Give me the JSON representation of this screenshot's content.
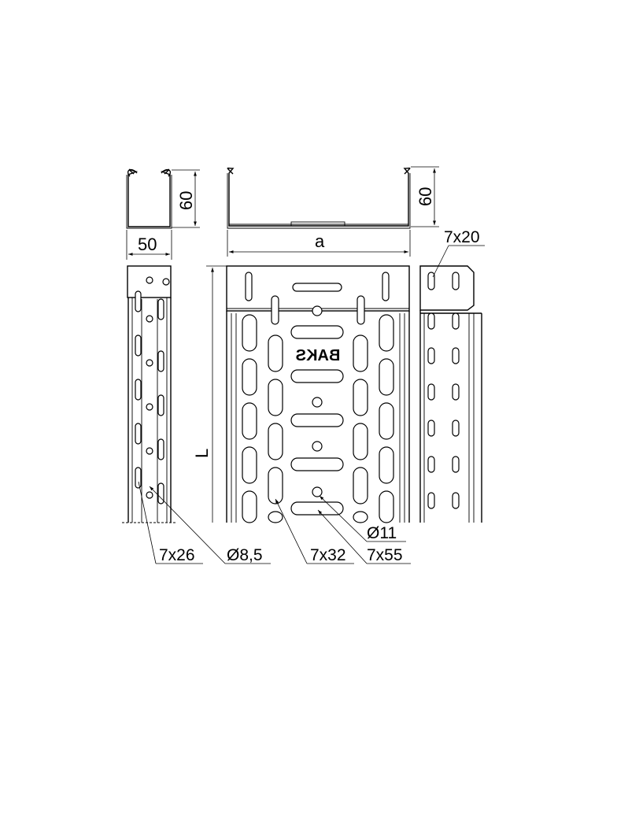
{
  "dimensions": {
    "end_width": "50",
    "end_height": "60",
    "front_width": "a",
    "front_height": "60",
    "length": "L"
  },
  "callouts": {
    "slot_7x20": "7x20",
    "slot_7x26": "7x26",
    "hole_8_5": "Ø8,5",
    "slot_7x32": "7x32",
    "slot_7x55": "7x55",
    "hole_11": "Ø11"
  },
  "brand_mark": "BAKS"
}
